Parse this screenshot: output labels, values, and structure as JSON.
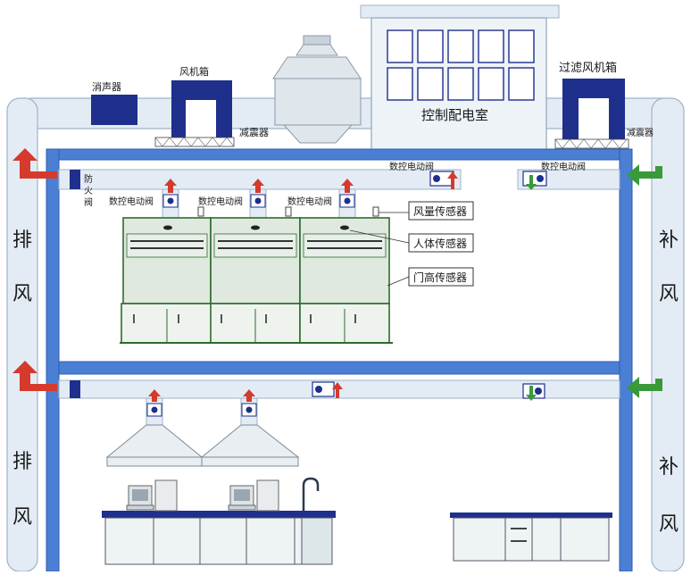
{
  "labels": {
    "silencer": "消声器",
    "fan_box": "风机箱",
    "vibration_damper_left": "减震器",
    "control_room": "控制配电室",
    "filter_fan_box": "过滤风机箱",
    "vibration_damper_right": "减震器",
    "fire_damper": "防火阀",
    "valve_top_right": "数控电动阀",
    "valve_top_supply": "数控电动阀",
    "valve_hood1": "数控电动阀",
    "valve_hood2": "数控电动阀",
    "valve_hood3": "数控电动阀",
    "airflow_sensor": "风量传感器",
    "body_sensor": "人体传感器",
    "door_height_sensor": "门高传感器",
    "exhaust_left_1": "排",
    "exhaust_left_2": "风",
    "supply_right_1": "补",
    "supply_right_2": "风"
  },
  "colors": {
    "duct_fill": "#e3ecf5",
    "duct_stroke": "#9fb3c6",
    "floor_blue": "#4a7fd4",
    "equipment_navy": "#1e2f8c",
    "exhaust_arrow": "#d63a2c",
    "supply_arrow": "#3a9a3a",
    "cabinet_frame": "#2f6b2f"
  },
  "icons": [
    "exhaust-arrow-icon",
    "supply-arrow-icon",
    "valve-icon",
    "sensor-icon",
    "computer-icon",
    "faucet-icon"
  ]
}
